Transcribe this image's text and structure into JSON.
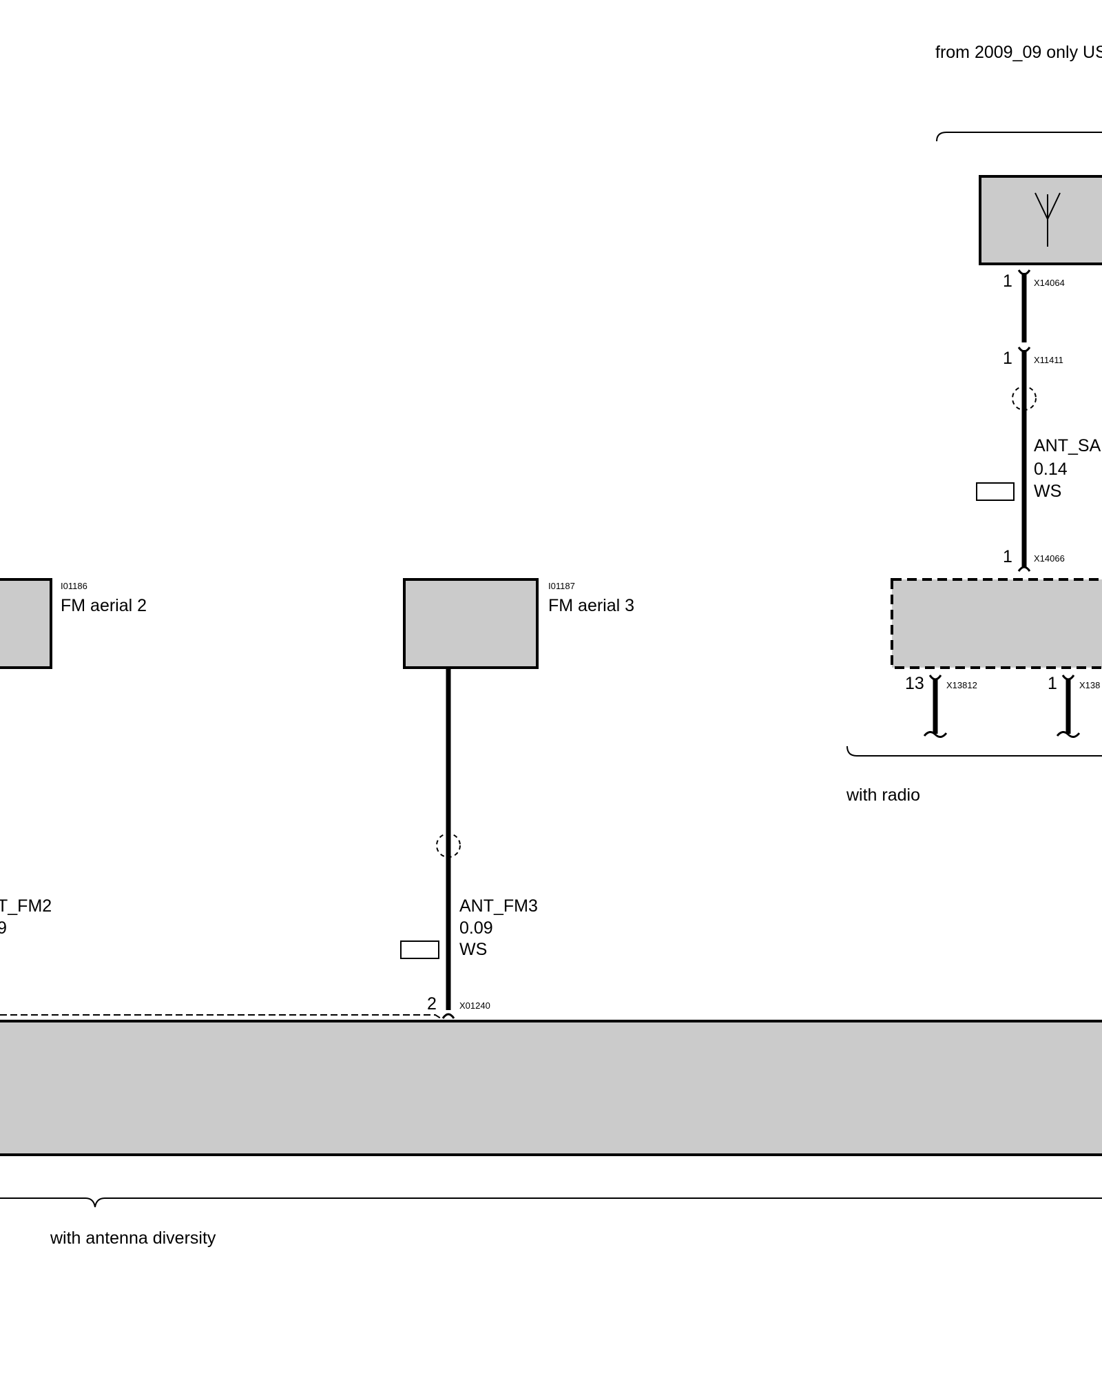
{
  "notes": {
    "top_right": "from 2009_09 only US",
    "with_radio": "with radio",
    "with_antenna_diversity": "with antenna diversity"
  },
  "components": {
    "fm_aerial_2": {
      "id": "I01186",
      "name": "FM aerial 2"
    },
    "fm_aerial_3": {
      "id": "I01187",
      "name": "FM aerial 3"
    }
  },
  "wires": {
    "ant_fm2": {
      "signal": "T_FM2",
      "size": "9"
    },
    "ant_fm3": {
      "signal": "ANT_FM3",
      "size": "0.09",
      "color": "WS"
    },
    "ant_sat": {
      "signal": "ANT_SA",
      "size": "0.14",
      "color": "WS"
    }
  },
  "connectors": {
    "x14064": {
      "name": "X14064",
      "pin": "1"
    },
    "x11411": {
      "name": "X11411",
      "pin": "1"
    },
    "x14066": {
      "name": "X14066",
      "pin": "1"
    },
    "x13812": {
      "name": "X13812",
      "pin": "13"
    },
    "x138": {
      "name": "X138",
      "pin": "1"
    },
    "x01240": {
      "name": "X01240",
      "pin": "2"
    }
  },
  "icons": [
    "antenna-icon",
    "shield-icon",
    "wire-break-icon"
  ]
}
